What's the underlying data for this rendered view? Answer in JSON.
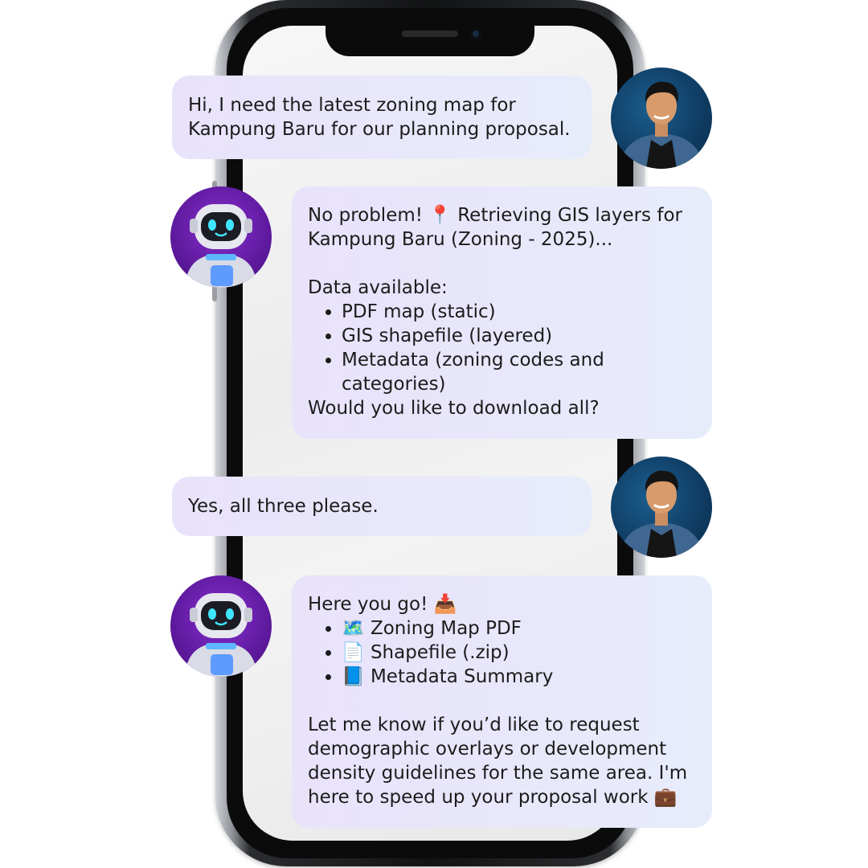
{
  "messages": [
    {
      "role": "user",
      "text_lines": [
        "Hi, I need the latest zoning map for",
        "Kampung Baru for our planning proposal."
      ]
    },
    {
      "role": "bot",
      "intro_lines": [
        "No problem! 📍 Retrieving GIS layers for",
        "Kampung Baru (Zoning - 2025)..."
      ],
      "data_heading": "Data available:",
      "items": [
        "PDF map (static)",
        "GIS shapefile (layered)",
        "Metadata (zoning codes and categories)"
      ],
      "question": "Would you like to download all?"
    },
    {
      "role": "user",
      "text_lines": [
        "Yes, all three please."
      ]
    },
    {
      "role": "bot",
      "intro": "Here you go! 📥",
      "items": [
        "🗺️ Zoning Map PDF",
        "📄 Shapefile (.zip)",
        "📘 Metadata Summary"
      ],
      "closing_lines": [
        "Let me know if you’d like to request",
        "demographic overlays or development",
        "density guidelines for the same area. I'm",
        "here to speed up your proposal work 💼"
      ]
    }
  ],
  "icons": {
    "user_avatar": "user-avatar-photo",
    "bot_avatar": "robot-avatar"
  },
  "colors": {
    "bubble_start": "#e9e2fb",
    "bubble_end": "#e7ecfb",
    "text": "#1c1c1c"
  }
}
